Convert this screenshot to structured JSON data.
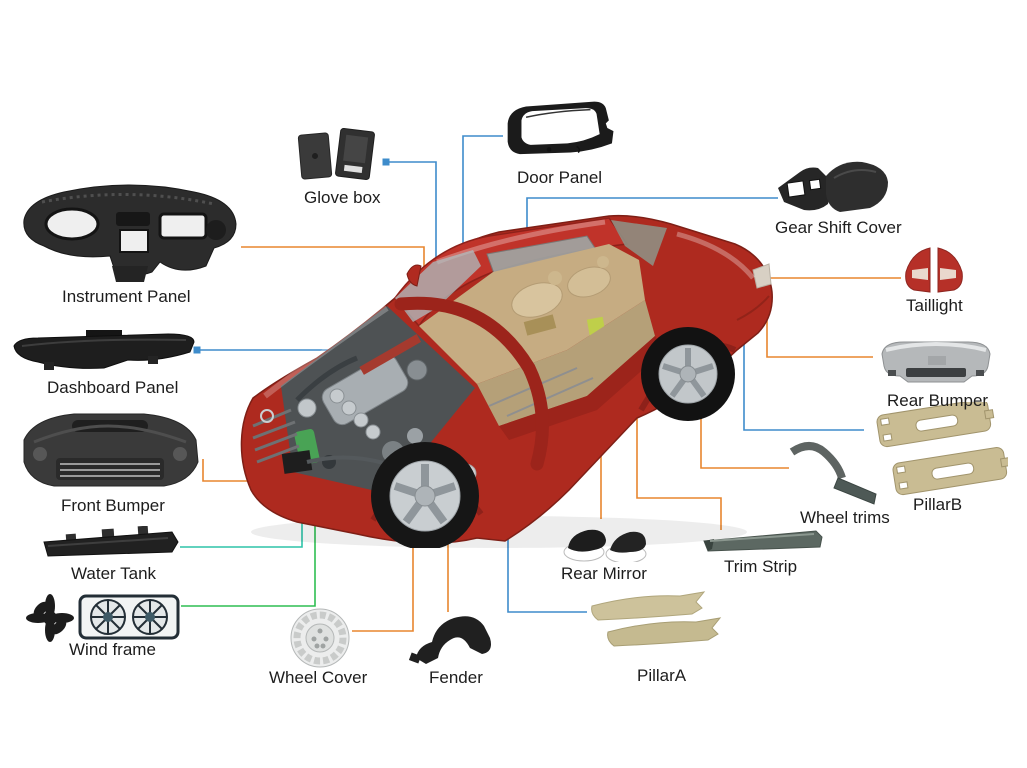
{
  "colors": {
    "orange": "#E8852E",
    "blue": "#3E8CCB",
    "teal": "#2EC4A9",
    "green": "#2FBE52",
    "text": "#1D1D1D",
    "car_red": "#B02A20",
    "background": "#FFFFFF"
  },
  "diagram": {
    "subject": "car-cutaway-illustration",
    "parts": [
      {
        "id": "instrument-panel",
        "label": "Instrument Panel",
        "connector": "orange"
      },
      {
        "id": "glove-box",
        "label": "Glove box",
        "connector": "blue"
      },
      {
        "id": "door-panel",
        "label": "Door Panel",
        "connector": "blue"
      },
      {
        "id": "gear-shift-cover",
        "label": "Gear Shift Cover",
        "connector": "blue"
      },
      {
        "id": "taillight",
        "label": "Taillight",
        "connector": "orange"
      },
      {
        "id": "rear-bumper",
        "label": "Rear Bumper",
        "connector": "orange"
      },
      {
        "id": "pillar-b",
        "label": "PillarB",
        "connector": "blue"
      },
      {
        "id": "wheel-trims",
        "label": "Wheel trims",
        "connector": "orange"
      },
      {
        "id": "trim-strip",
        "label": "Trim Strip",
        "connector": "orange"
      },
      {
        "id": "rear-mirror",
        "label": "Rear Mirror",
        "connector": "orange"
      },
      {
        "id": "pillar-a",
        "label": "PillarA",
        "connector": "blue"
      },
      {
        "id": "fender",
        "label": "Fender",
        "connector": "orange"
      },
      {
        "id": "wheel-cover",
        "label": "Wheel Cover",
        "connector": "orange"
      },
      {
        "id": "wind-frame",
        "label": "Wind frame",
        "connector": "green"
      },
      {
        "id": "water-tank",
        "label": "Water Tank",
        "connector": "teal"
      },
      {
        "id": "front-bumper",
        "label": "Front Bumper",
        "connector": "orange"
      },
      {
        "id": "dashboard-panel",
        "label": "Dashboard Panel",
        "connector": "blue"
      }
    ]
  }
}
